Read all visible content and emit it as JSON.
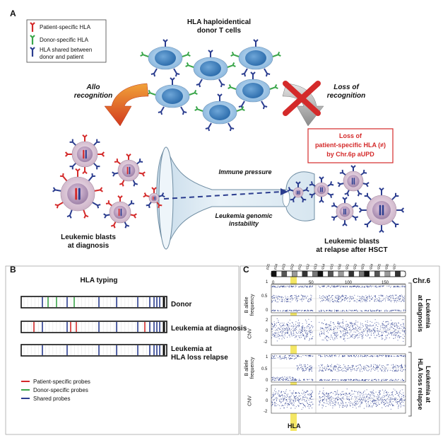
{
  "panel_a": {
    "letter": "A",
    "legend": [
      {
        "label": "Patient-specific HLA",
        "color": "#d42a2a"
      },
      {
        "label": "Donor-specific HLA",
        "color": "#3aa64a"
      },
      {
        "label_lines": [
          "HLA shared between",
          "donor and patient"
        ],
        "color": "#2b3d8f"
      }
    ],
    "donor_title": [
      "HLA haploidentical",
      "donor T cells"
    ],
    "allo_label": [
      "Allo",
      "recognition"
    ],
    "loss_label": [
      "Loss of",
      "recognition"
    ],
    "callout": [
      "Loss of",
      "patient-specific HLA (≠)",
      "by Chr.6p aUPD"
    ],
    "funnel_top": "Immune pressure",
    "funnel_bottom": [
      "Leukemia genomic",
      "instability"
    ],
    "left_caption": [
      "Leukemic blasts",
      "at diagnosis"
    ],
    "right_caption": [
      "Leukemic blasts",
      "at relapse after HSCT"
    ]
  },
  "panel_b": {
    "letter": "B",
    "title": "HLA typing",
    "rows": [
      {
        "label": [
          "Donor"
        ]
      },
      {
        "label": [
          "Leukemia at diagnosis"
        ]
      },
      {
        "label": [
          "Leukemia at",
          "HLA loss relapse"
        ]
      }
    ],
    "legend": [
      {
        "label": "Patient-specific probes",
        "color": "#d42a2a"
      },
      {
        "label": "Donor-specific probes",
        "color": "#3aa64a"
      },
      {
        "label": "Shared probes",
        "color": "#2b3d8f"
      }
    ]
  },
  "panel_c": {
    "letter": "C",
    "chromosome_label": "Chr.6",
    "bands": [
      "p25",
      "p24",
      "p23",
      "p22",
      "p21",
      "q12",
      "q13",
      "q14",
      "q15",
      "q16",
      "q21",
      "q22",
      "q23",
      "q24",
      "q25",
      "q26",
      "q27"
    ],
    "scale_ticks": [
      "0",
      "50",
      "100",
      "150"
    ],
    "baf_ylabel": [
      "B allele",
      "frequency"
    ],
    "cnv_ylabel": "CNV",
    "baf_ticks": [
      "1",
      "0.5",
      "0"
    ],
    "cnv_ticks": [
      "2",
      "0",
      "-2"
    ],
    "group_labels": [
      [
        "Leukemia",
        "at diagnosis"
      ],
      [
        "Leukemia at",
        "HLA loss relapse"
      ]
    ],
    "hla_label": "HLA",
    "highlight_color": "#f2e34a"
  }
}
